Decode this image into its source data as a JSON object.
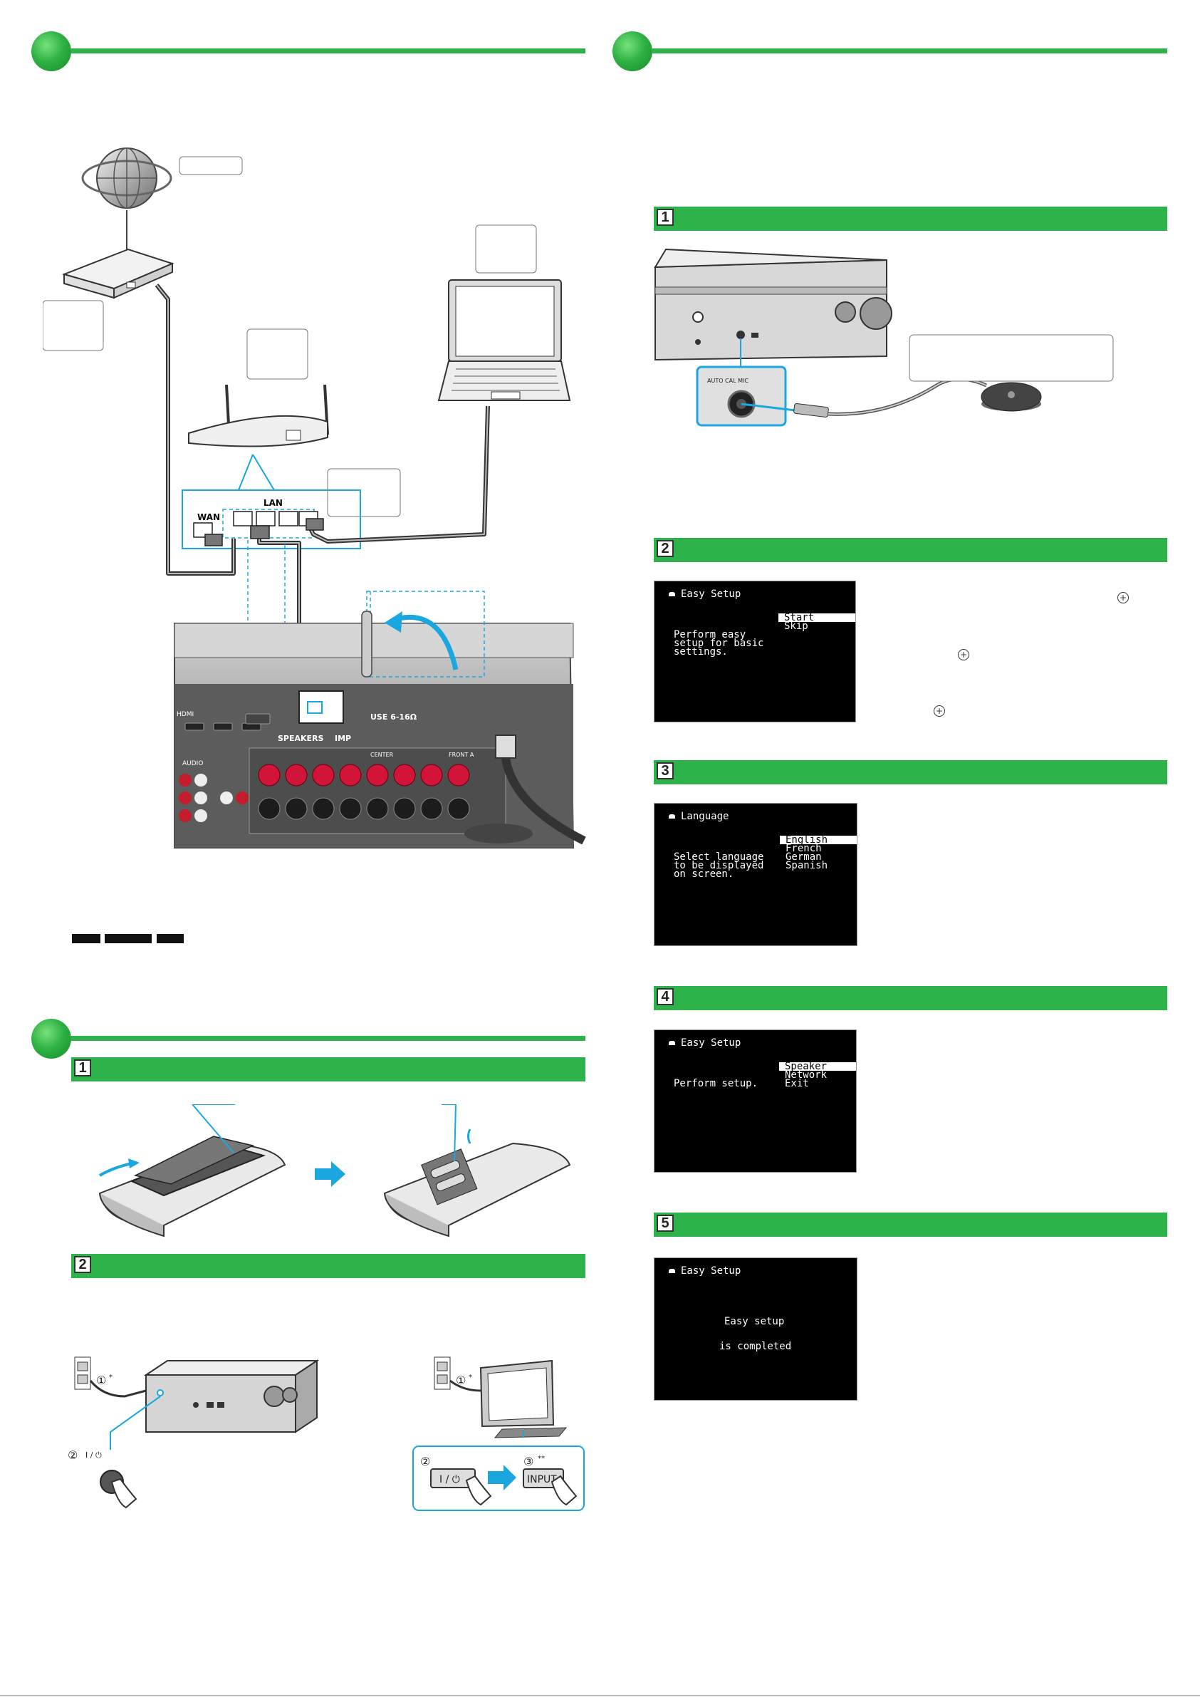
{
  "diagram_labels": {
    "wan": "WAN",
    "lan": "LAN",
    "speakers": "SPEAKERS",
    "imp": "IMP",
    "use": "USE 6-16Ω",
    "audio": "AUDIO",
    "front_a": "FRONT A",
    "center": "CENTER",
    "hdmi": "HDMI",
    "auto_cal_mic": "AUTO CAL MIC",
    "power_btn": "I / ⏻",
    "input_btn": "INPUT",
    "circled_1": "①",
    "circled_2": "②",
    "circled_3": "③",
    "star": "*",
    "double_star": "**"
  },
  "steps": {
    "s1": "1",
    "s2": "2",
    "s3": "3",
    "s4": "4",
    "s5": "5"
  },
  "screens": {
    "easy_setup_start": {
      "title": "Easy Setup",
      "message": "Perform easy\nsetup for basic\nsettings.",
      "options": [
        "Start",
        "Skip"
      ]
    },
    "language": {
      "title": "Language",
      "message": "Select language\nto be displayed\non screen.",
      "options": [
        "English",
        "French",
        "German",
        "Spanish"
      ]
    },
    "easy_setup_menu": {
      "title": "Easy Setup",
      "message": "Perform setup.",
      "options": [
        "Speaker",
        "Network",
        "Exit"
      ]
    },
    "easy_setup_done": {
      "title": "Easy Setup",
      "line1": "Easy setup",
      "line2": "is completed"
    }
  },
  "colors": {
    "green": "#2db34a",
    "cyan": "#1aa7e0",
    "red_terminal": "#d2143a"
  }
}
